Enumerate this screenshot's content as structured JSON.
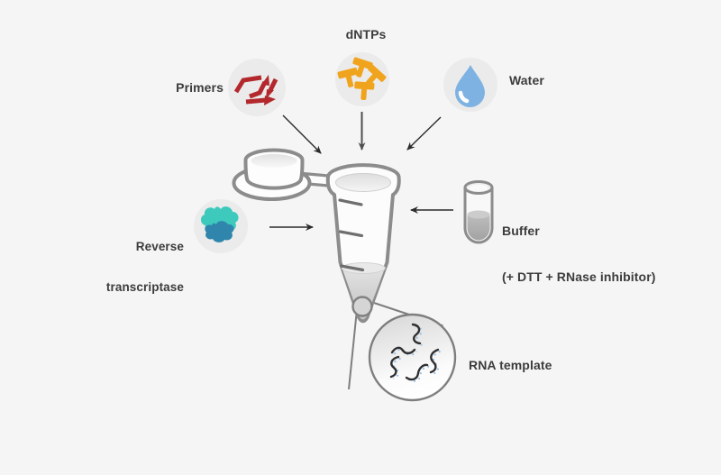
{
  "diagram": {
    "subject": "Reverse transcription reaction setup",
    "labels": {
      "primers": "Primers",
      "dntps": "dNTPs",
      "water": "Water",
      "reverse_transcriptase": {
        "line1": "Reverse",
        "line2": "transcriptase"
      },
      "buffer": {
        "line1": "Buffer",
        "line2": "(+ DTT + RNase inhibitor)"
      },
      "rna_template": "RNA template"
    },
    "icons": {
      "primers": "primer-fragments-icon",
      "dntps": "dntp-nucleotides-icon",
      "water": "water-drop-icon",
      "reverse_transcriptase": "enzyme-blob-icon",
      "buffer": "buffer-tube-icon",
      "tube": "microcentrifuge-tube-icon",
      "rna": "rna-magnifier-icon"
    },
    "colors": {
      "background": "#f5f5f5",
      "circle_bg": "#ebebeb",
      "outline_gray": "#8c8c8c",
      "thin_gray": "#7e7e7e",
      "arrow_dark": "#2b2b2b",
      "arrow_gray": "#4f4f4f",
      "text": "#3c3c3c",
      "primers_red": "#b3282d",
      "dntps_amber": "#f0a41e",
      "water_blue": "#7eb2e2",
      "enzyme_teal": "#3ec9bd",
      "enzyme_blue": "#2f85ab",
      "rna_strand": "#2f2f2f",
      "rna_base_blue": "#8fbce8"
    }
  }
}
